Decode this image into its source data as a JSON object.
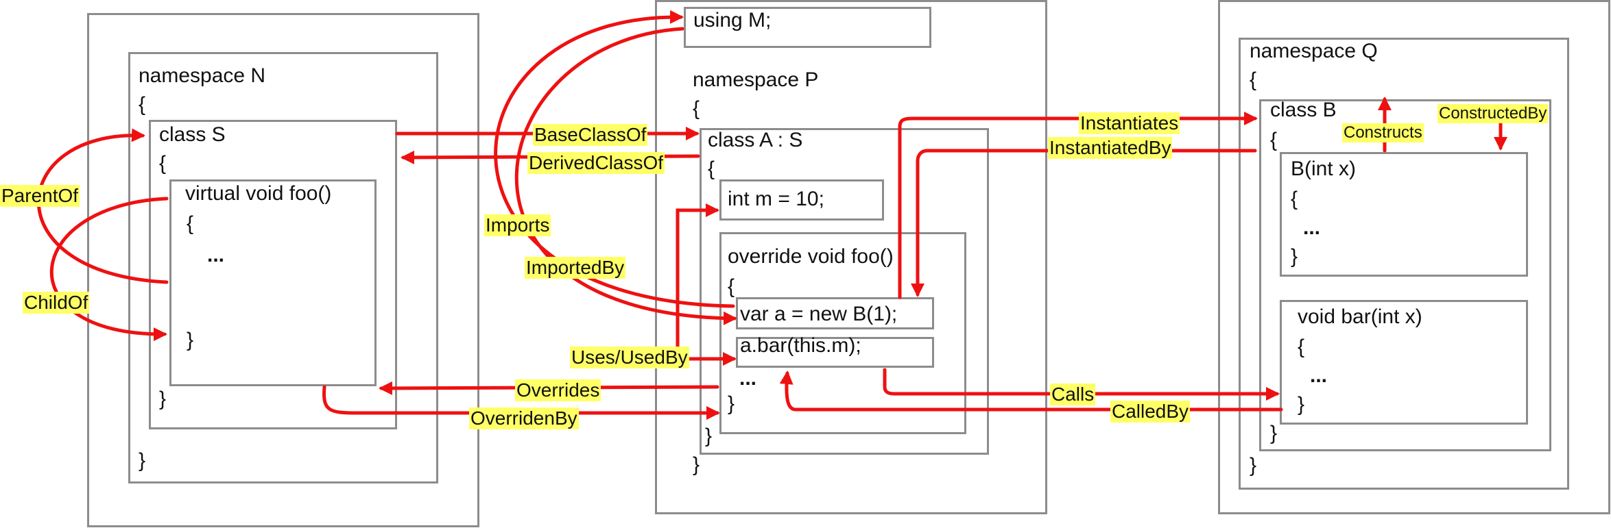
{
  "code": {
    "namespace_n": "namespace N",
    "class_s": "class S",
    "virtual_foo": "virtual void foo()",
    "using_m": "using M;",
    "namespace_p": "namespace P",
    "class_a": "class A : S",
    "int_m": "int m = 10;",
    "override_foo": "override void foo()",
    "var_a": "var a = new B(1);",
    "a_bar": "a.bar(this.m);",
    "namespace_q": "namespace Q",
    "class_b": "class B",
    "ctor_b": "B(int x)",
    "void_bar": "void bar(int x)",
    "open_brace": "{",
    "close_brace": "}",
    "ellipsis": "..."
  },
  "relations": {
    "parent_of": "ParentOf",
    "child_of": "ChildOf",
    "base_class_of": "BaseClassOf",
    "derived_class_of": "DerivedClassOf",
    "imports": "Imports",
    "imported_by": "ImportedBy",
    "uses_used_by": "Uses/UsedBy",
    "overrides": "Overrides",
    "overriden_by": "OverridenBy",
    "instantiates": "Instantiates",
    "instantiated_by": "InstantiatedBy",
    "constructs": "Constructs",
    "constructed_by": "ConstructedBy",
    "calls": "Calls",
    "called_by": "CalledBy"
  },
  "colors": {
    "arrow": "#ee1111",
    "box_border": "#8c8c8c",
    "label_highlight": "#ffff66"
  }
}
